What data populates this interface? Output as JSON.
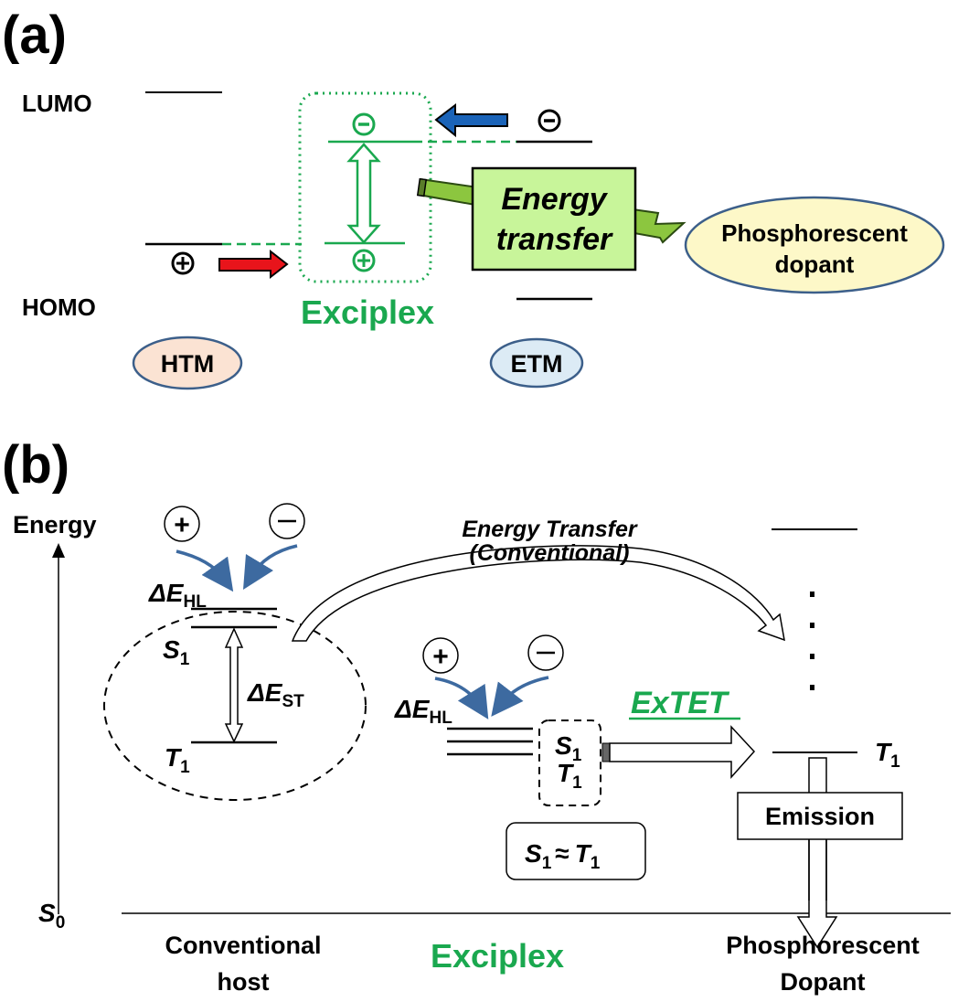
{
  "colors": {
    "exciplex_green": "#1aa84f",
    "hole_arrow_red": "#e8141b",
    "electron_arrow_blue": "#1a63b8",
    "energy_transfer_green": "#8cc63f",
    "energy_transfer_box_fill": "#c8f59a",
    "dopant_oval_fill": "#fdf8c8",
    "htm_oval_fill": "#fbe3d3",
    "etm_oval_fill": "#dcebf5",
    "oval_border": "#3c5f8a",
    "charge_arrow_blue": "#3d6aa0"
  },
  "panel_a": {
    "label": "(a)",
    "lumo_label": "LUMO",
    "homo_label": "HOMO",
    "hole_symbol": "⊕",
    "electron_symbol": "⊖",
    "exciplex_minus": "⊖",
    "exciplex_plus": "⊕",
    "exciplex_label": "Exciplex",
    "energy_transfer_line1": "Energy",
    "energy_transfer_line2": "transfer",
    "dopant_line1": "Phosphorescent",
    "dopant_line2": "dopant",
    "htm_label": "HTM",
    "etm_label": "ETM"
  },
  "panel_b": {
    "label": "(b)",
    "energy_axis_label": "Energy",
    "s0_label": "S",
    "s0_sub": "0",
    "plus_symbol": "+",
    "minus_symbol": "−",
    "conventional": {
      "delta_e_hl": "ΔE",
      "delta_e_hl_sub": "HL",
      "s1": "S",
      "s1_sub": "1",
      "t1": "T",
      "t1_sub": "1",
      "delta_e_st": "ΔE",
      "delta_e_st_sub": "ST",
      "category_line1": "Conventional",
      "category_line2": "host"
    },
    "energy_transfer_title_line1": "Energy Transfer",
    "energy_transfer_title_line2": "(Conventional)",
    "exciplex": {
      "delta_e_hl": "ΔE",
      "delta_e_hl_sub": "HL",
      "s1": "S",
      "s1_sub": "1",
      "t1": "T",
      "t1_sub": "1",
      "extet_label": "ExTET",
      "equality_s": "S",
      "equality_s_sub": "1",
      "equality_sign": "≈",
      "equality_t": "T",
      "equality_t_sub": "1",
      "category": "Exciplex"
    },
    "dopant": {
      "t1": "T",
      "t1_sub": "1",
      "emission_label": "Emission",
      "category_line1": "Phosphorescent",
      "category_line2": "Dopant",
      "ellipsis_dots": 4
    }
  }
}
